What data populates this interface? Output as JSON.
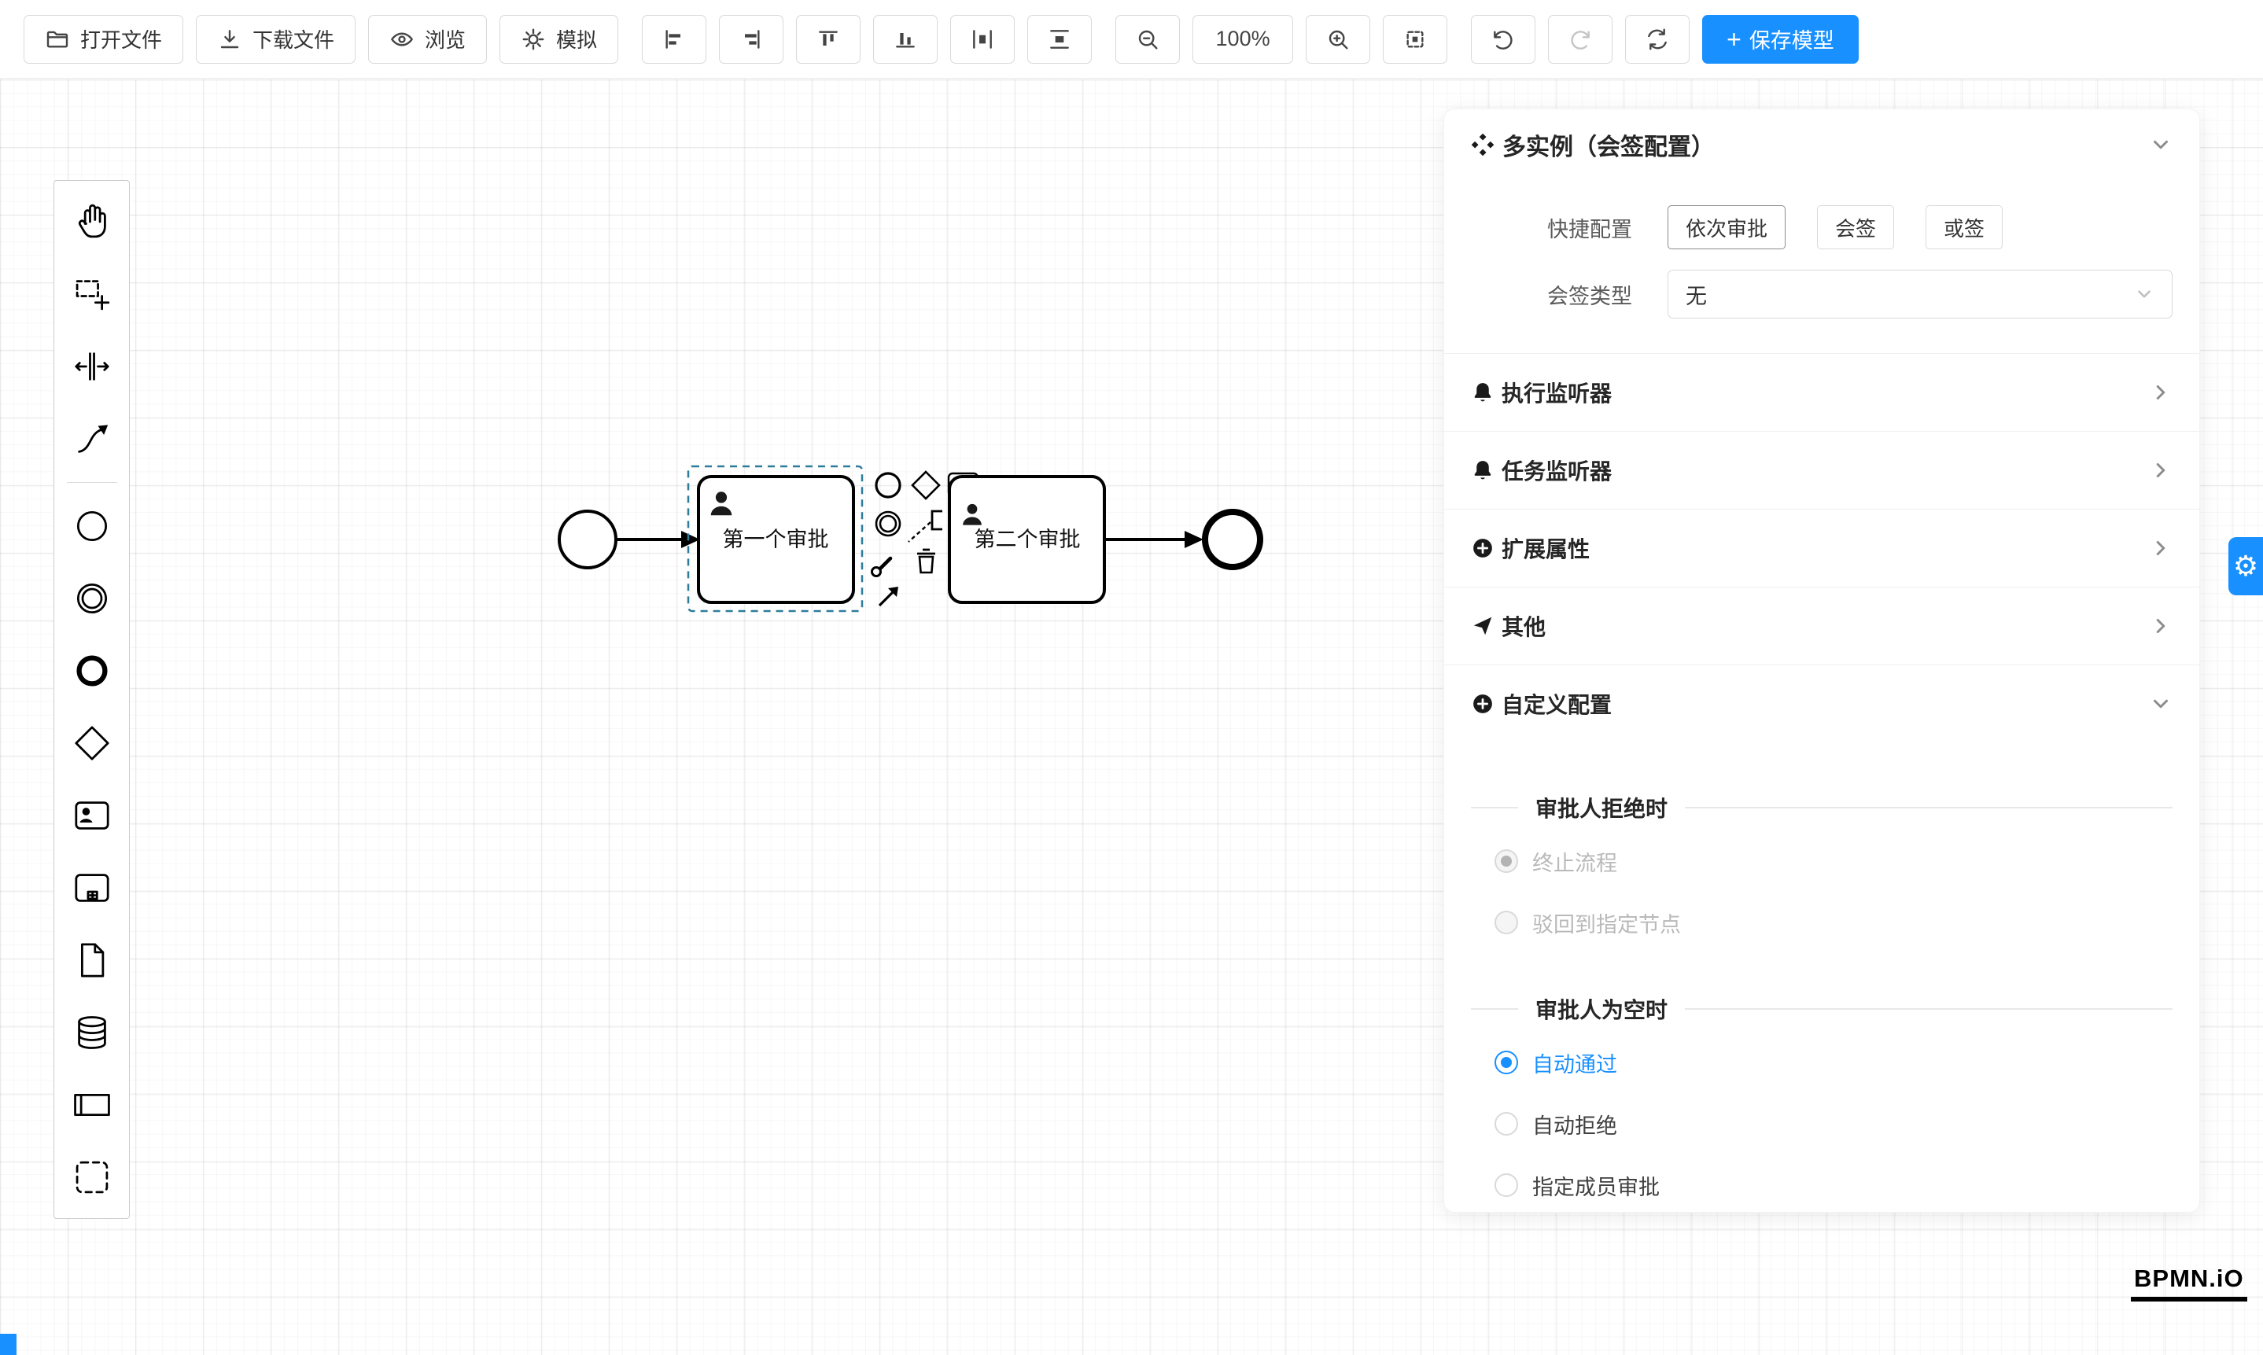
{
  "colors": {
    "accent": "#1890ff",
    "selection": "#2d7d9a"
  },
  "toolbar": {
    "open_file": "打开文件",
    "download_file": "下载文件",
    "preview": "浏览",
    "simulate": "模拟",
    "zoom_level": "100%",
    "save_plus": "+",
    "save_model": "保存模型",
    "icons": [
      "folder",
      "download",
      "eye",
      "simulate-gear",
      "align-left",
      "align-right",
      "align-top",
      "align-bottom",
      "distribute-horizontal",
      "distribute-vertical",
      "zoom-out",
      "zoom-in",
      "fit-viewport",
      "undo",
      "redo",
      "sync"
    ]
  },
  "palette": {
    "tools": [
      "hand",
      "lasso",
      "space",
      "global-connect",
      "start-event",
      "intermediate-event",
      "end-event",
      "gateway",
      "user-task",
      "subprocess",
      "data-object",
      "data-store",
      "participant",
      "group"
    ]
  },
  "canvas": {
    "task1": "第一个审批",
    "task2": "第二个审批"
  },
  "panel": {
    "title": "多实例（会签配置）",
    "quick_config_label": "快捷配置",
    "quick_options": [
      "依次审批",
      "会签",
      "或签"
    ],
    "sign_type_label": "会签类型",
    "sign_type_value": "无",
    "sections": [
      {
        "label": "执行监听器",
        "icon": "bell"
      },
      {
        "label": "任务监听器",
        "icon": "bell"
      },
      {
        "label": "扩展属性",
        "icon": "circle-plus"
      },
      {
        "label": "其他",
        "icon": "send"
      },
      {
        "label": "自定义配置",
        "icon": "circle-plus"
      }
    ],
    "reject_title": "审批人拒绝时",
    "reject_options": [
      {
        "label": "终止流程",
        "checked": true,
        "disabled": true
      },
      {
        "label": "驳回到指定节点",
        "checked": false,
        "disabled": true
      }
    ],
    "empty_title": "审批人为空时",
    "empty_options": [
      {
        "label": "自动通过",
        "checked": true
      },
      {
        "label": "自动拒绝",
        "checked": false
      },
      {
        "label": "指定成员审批",
        "checked": false
      }
    ]
  },
  "logo": "BPMN.iO"
}
